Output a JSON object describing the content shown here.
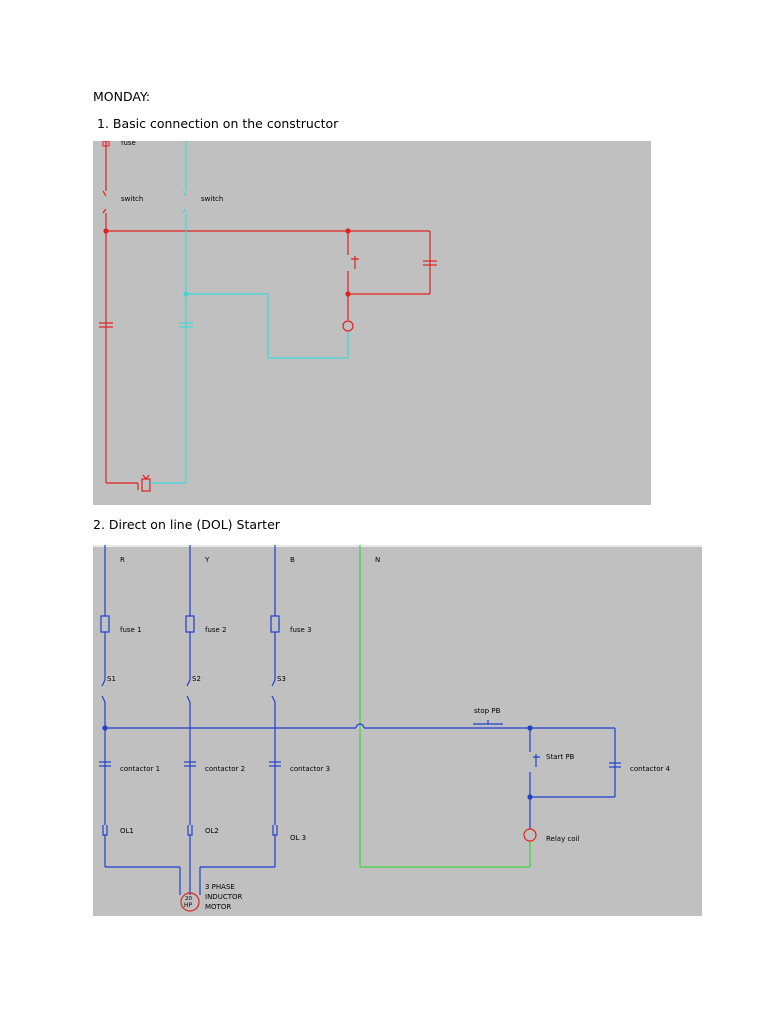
{
  "heading": "MONDAY:",
  "sections": [
    {
      "caption": "1. Basic connection on the constructor",
      "labels": {
        "fuse": "fuse",
        "switch_a": "switch",
        "switch_b": "switch"
      }
    },
    {
      "caption": "2. Direct on line (DOL) Starter",
      "labels": {
        "r": "R",
        "y": "Y",
        "b": "B",
        "n": "N",
        "fuse1": "fuse 1",
        "fuse2": "fuse 2",
        "fuse3": "fuse 3",
        "s1": "S1",
        "s2": "S2",
        "s3": "S3",
        "stop_pb": "stop PB",
        "start_pb": "Start PB",
        "contactor1": "contactor 1",
        "contactor2": "contactor 2",
        "contactor3": "contactor 3",
        "contactor4": "contactor 4",
        "ol1": "OL1",
        "ol2": "OL2",
        "ol3": "OL 3",
        "relay_coil": "Relay coil",
        "motor_l1": "3 PHASE",
        "motor_l2": "INDUCTOR",
        "motor_l3": "MOTOR",
        "motor_top": "20",
        "motor_hp": "HP"
      }
    }
  ],
  "colors": {
    "red": "#e02020",
    "cyan": "#40d8d8",
    "blue": "#1f3fd0",
    "green": "#3ad63a",
    "bg": "#c0c0c0"
  }
}
